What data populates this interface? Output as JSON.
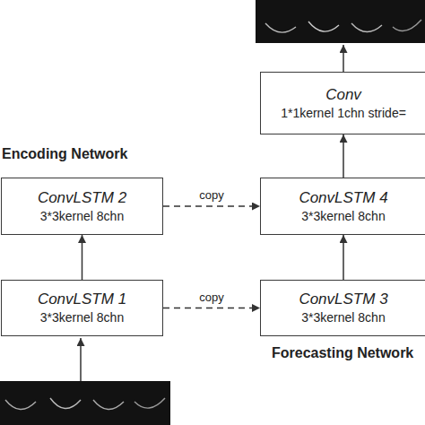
{
  "diagram": {
    "nodes": [
      {
        "text": [
          "Conv",
          "1*1kernel 1chn stride="
        ]
      },
      {
        "text": [
          "ConvLSTM 2",
          "3*3kernel 8chn"
        ]
      },
      {
        "text": [
          "ConvLSTM 4",
          "3*3kernel 8chn"
        ]
      },
      {
        "text": [
          "ConvLSTM 1",
          "3*3kernel 8chn"
        ]
      },
      {
        "text": [
          "ConvLSTM 3",
          "3*3kernel 8chn"
        ]
      }
    ],
    "edges": [
      {
        "from": 3,
        "to": 1,
        "arrow": "to"
      },
      {
        "from": 4,
        "to": 2,
        "arrow": "to"
      },
      {
        "from": 2,
        "to": 0,
        "arrow": "to"
      },
      {
        "from": 1,
        "to": 2,
        "label": "copy",
        "arrow": "to"
      },
      {
        "from": 3,
        "to": 4,
        "label": "copy",
        "arrow": "to"
      }
    ],
    "labels": [
      "Encoding Network",
      "Forecasting Network"
    ]
  }
}
